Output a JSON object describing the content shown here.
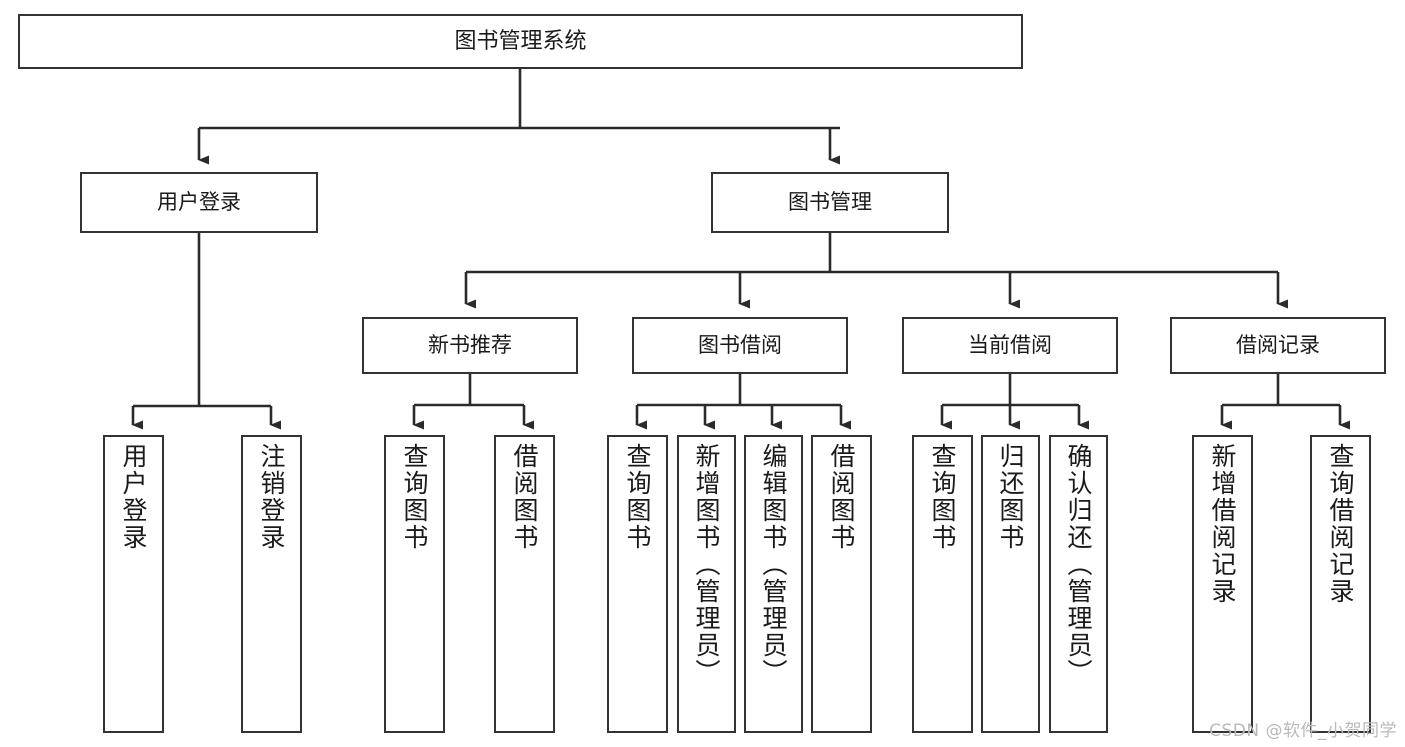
{
  "diagram": {
    "title": "图书管理系统",
    "type": "tree-hierarchy-diagram",
    "root": {
      "label": "图书管理系统"
    },
    "level2": [
      {
        "label": "用户登录"
      },
      {
        "label": "图书管理"
      }
    ],
    "level3": [
      {
        "label": "新书推荐"
      },
      {
        "label": "图书借阅"
      },
      {
        "label": "当前借阅"
      },
      {
        "label": "借阅记录"
      }
    ],
    "leaves": {
      "user_login": [
        {
          "label": "用户登录"
        },
        {
          "label": "注销登录"
        }
      ],
      "new_book_recommend": [
        {
          "label": "查询图书"
        },
        {
          "label": "借阅图书"
        }
      ],
      "book_borrow": [
        {
          "label": "查询图书"
        },
        {
          "label": "新增图书（管理员）"
        },
        {
          "label": "编辑图书（管理员）"
        },
        {
          "label": "借阅图书"
        }
      ],
      "current_borrow": [
        {
          "label": "查询图书"
        },
        {
          "label": "归还图书"
        },
        {
          "label": "确认归还（管理员）"
        }
      ],
      "borrow_record": [
        {
          "label": "新增借阅记录"
        },
        {
          "label": "查询借阅记录"
        }
      ]
    }
  },
  "watermark": {
    "text": "CSDN @软件_小贺同学"
  },
  "colors": {
    "box_border": "#333333",
    "background": "#ffffff",
    "text": "#1a1a1a",
    "connector": "#2b2b2b",
    "watermark": "#b9b9b9"
  }
}
